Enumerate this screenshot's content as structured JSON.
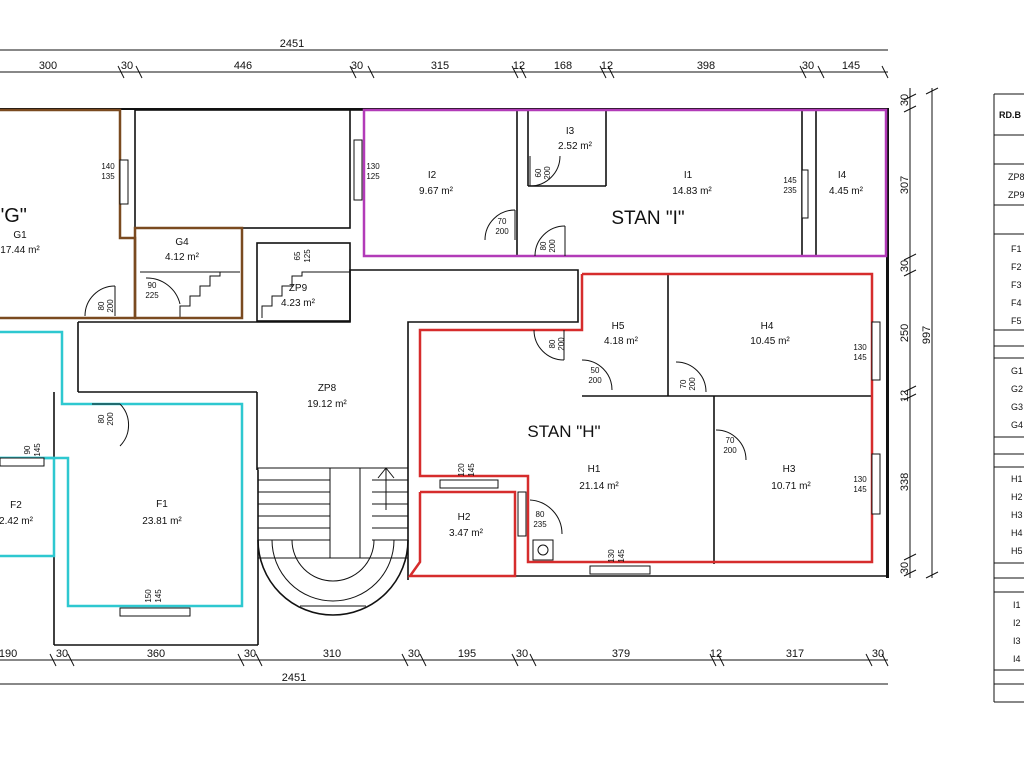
{
  "plan": {
    "dims_top": {
      "overall": "2451",
      "segments": [
        "300",
        "30",
        "446",
        "30",
        "315",
        "12",
        "168",
        "12",
        "398",
        "30",
        "145"
      ]
    },
    "dims_bottom": {
      "overall": "2451",
      "segments": [
        "190",
        "30",
        "360",
        "30",
        "310",
        "30",
        "195",
        "30",
        "379",
        "12",
        "317",
        "30"
      ]
    },
    "dims_right": {
      "overall": "997",
      "segments": [
        "30",
        "307",
        "30",
        "250",
        "12",
        "338",
        "30"
      ]
    },
    "apartments": [
      {
        "id": "G",
        "label": "\"G\"",
        "color": "#7a4a20"
      },
      {
        "id": "I",
        "label": "STAN \"I\"",
        "color": "#b23bb8"
      },
      {
        "id": "H",
        "label": "STAN \"H\"",
        "color": "#d62c2c"
      },
      {
        "id": "F",
        "label": "",
        "color": "#2ec8d0"
      }
    ],
    "rooms": {
      "G1": {
        "name": "G1",
        "area": "17.44 m²"
      },
      "G4": {
        "name": "G4",
        "area": "4.12 m²"
      },
      "ZP9": {
        "name": "ZP9",
        "area": "4.23 m²"
      },
      "ZP8": {
        "name": "ZP8",
        "area": "19.12 m²"
      },
      "I2": {
        "name": "I2",
        "area": "9.67 m²"
      },
      "I3": {
        "name": "I3",
        "area": "2.52 m²"
      },
      "I1": {
        "name": "I1",
        "area": "14.83 m²"
      },
      "I4": {
        "name": "I4",
        "area": "4.45 m²"
      },
      "H5": {
        "name": "H5",
        "area": "4.18 m²"
      },
      "H4": {
        "name": "H4",
        "area": "10.45 m²"
      },
      "H1": {
        "name": "H1",
        "area": "21.14 m²"
      },
      "H2": {
        "name": "H2",
        "area": "3.47 m²"
      },
      "H3": {
        "name": "H3",
        "area": "10.71 m²"
      },
      "F1": {
        "name": "F1",
        "area": "23.81 m²"
      },
      "F2": {
        "name": "F2",
        "area": "2.42 m²"
      }
    },
    "openings": [
      {
        "w": "140",
        "h": "135"
      },
      {
        "w": "130",
        "h": "125"
      },
      {
        "w": "60",
        "h": "200"
      },
      {
        "w": "70",
        "h": "200"
      },
      {
        "w": "80",
        "h": "200"
      },
      {
        "w": "145",
        "h": "235"
      },
      {
        "w": "65",
        "h": "125"
      },
      {
        "w": "90",
        "h": "225"
      },
      {
        "w": "80",
        "h": "200"
      },
      {
        "w": "80",
        "h": "200"
      },
      {
        "w": "50",
        "h": "200"
      },
      {
        "w": "70",
        "h": "200"
      },
      {
        "w": "130",
        "h": "145"
      },
      {
        "w": "80",
        "h": "200"
      },
      {
        "w": "90",
        "h": "145"
      },
      {
        "w": "120",
        "h": "145"
      },
      {
        "w": "70",
        "h": "200"
      },
      {
        "w": "130",
        "h": "145"
      },
      {
        "w": "80",
        "h": "235"
      },
      {
        "w": "130",
        "h": "145"
      },
      {
        "w": "150",
        "h": "145"
      }
    ]
  },
  "side_table": {
    "header": "RD.B",
    "rows_group1": [
      "ZP8",
      "ZP9"
    ],
    "rows_group2": [
      "F1",
      "F2",
      "F3",
      "F4",
      "F5"
    ],
    "rows_group3": [
      "G1",
      "G2",
      "G3",
      "G4"
    ],
    "rows_group4": [
      "H1",
      "H2",
      "H3",
      "H4",
      "H5"
    ],
    "rows_group5": [
      "I1",
      "I2",
      "I3",
      "I4"
    ]
  }
}
